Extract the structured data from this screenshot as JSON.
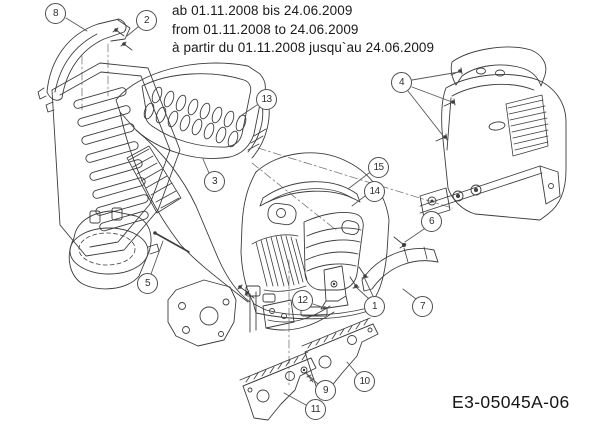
{
  "header": {
    "validity_lines": [
      "ab 01.11.2008 bis 24.06.2009",
      "from 01.11.2008 to 24.06.2009",
      "à partir du 01.11.2008 jusqu`au 24.06.2009"
    ]
  },
  "diagram": {
    "code": "E3-05045A-06",
    "callouts": [
      {
        "label": "1"
      },
      {
        "label": "2"
      },
      {
        "label": "3"
      },
      {
        "label": "4"
      },
      {
        "label": "5"
      },
      {
        "label": "6"
      },
      {
        "label": "7"
      },
      {
        "label": "8"
      },
      {
        "label": "9"
      },
      {
        "label": "10"
      },
      {
        "label": "11"
      },
      {
        "label": "12"
      },
      {
        "label": "13"
      },
      {
        "label": "14"
      },
      {
        "label": "15"
      }
    ]
  },
  "colors": {
    "line": "#3d3d3d",
    "text": "#1a1a1a",
    "background": "#ffffff"
  }
}
